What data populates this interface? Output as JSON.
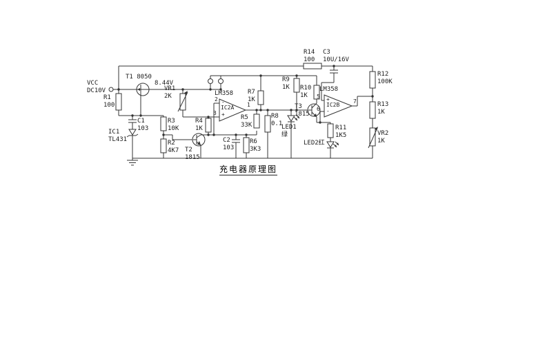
{
  "title": "充电器原理图",
  "components": {
    "vcc": "VCC\nDC10V",
    "t1": "T1 8050",
    "v_meas": "8.44V",
    "r1": "R1\n100",
    "c1": "C1\n103",
    "ic1": "IC1\nTL431",
    "r3": "R3\n10K",
    "r2": "R2\n4K7",
    "vr1": "VR1\n2K",
    "r4": "R4\n1K",
    "t2": "T2\n1815",
    "ic2a": {
      "chip": "LM358",
      "name": "IC2A",
      "inv_pin": "2",
      "noninv_pin": "3",
      "out_pin": "1",
      "minus": "-",
      "plus": "+"
    },
    "c2": "C2\n103",
    "r5": "R5\n33K",
    "r6": "R6\n3K3",
    "r7": "R7\n1K",
    "r8": "R8\n0.1",
    "led1": "LED1\n绿",
    "r9": "R9\n1K",
    "r10": "R10\n1K",
    "t3": "T3\n1815",
    "r11": "R11\n1K5",
    "led2": "LED2红",
    "r14": "R14\n100",
    "c3": "C3\n10U/16V",
    "ic2b": {
      "chip": "LM358",
      "name": "IC2B",
      "noninv_pin": "5",
      "inv_pin": "6",
      "out_pin": "7",
      "minus": "-",
      "plus": "+"
    },
    "r12": "R12\n100K",
    "r13": "R13\n1K",
    "vr2": "VR2\n1K"
  },
  "colors": {
    "line": "#333333",
    "text": "#1b1b1b",
    "background": "#ffffff"
  }
}
